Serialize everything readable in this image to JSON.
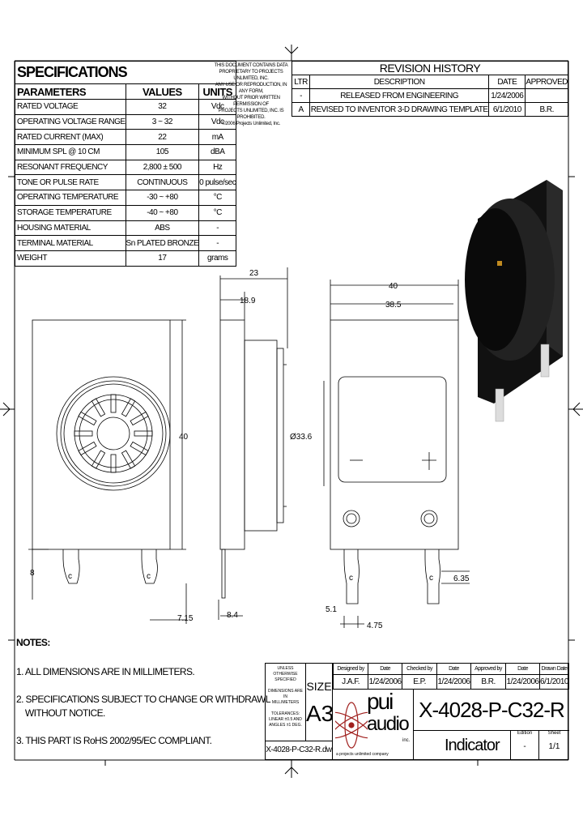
{
  "specifications": {
    "title": "SPECIFICATIONS",
    "headers": [
      "PARAMETERS",
      "VALUES",
      "UNITS"
    ],
    "rows": [
      [
        "RATED VOLTAGE",
        "32",
        "Vdc"
      ],
      [
        "OPERATING VOLTAGE RANGE",
        "3 ~ 32",
        "Vdc"
      ],
      [
        "RATED CURRENT (MAX)",
        "22",
        "mA"
      ],
      [
        "MINIMUM SPL @ 10 CM",
        "105",
        "dBA"
      ],
      [
        "RESONANT FREQUENCY",
        "2,800 ± 500",
        "Hz"
      ],
      [
        "TONE OR PULSE RATE",
        "CONTINUOUS",
        "0 pulse/sec"
      ],
      [
        "OPERATING TEMPERATURE",
        "-30 ~ +80",
        "°C"
      ],
      [
        "STORAGE TEMPERATURE",
        "-40 ~ +80",
        "°C"
      ],
      [
        "HOUSING MATERIAL",
        "ABS",
        "-"
      ],
      [
        "TERMINAL MATERIAL",
        "Sn PLATED BRONZE",
        "-"
      ],
      [
        "WEIGHT",
        "17",
        "grams"
      ]
    ]
  },
  "notice": [
    "THIS DOCUMENT CONTAINS DATA",
    "PROPRIETARY TO PROJECTS UNLIMITED, INC.",
    "ANY USE OR REPRODUCTION, IN ANY FORM,",
    "WITHOUT PRIOR WRITTEN PERMISSION OF",
    "PROJECTS UNLIMITED, INC. IS PROHIBITED.",
    "©2006 Projects Unlimited, Inc."
  ],
  "revision_history": {
    "title": "REVISION HISTORY",
    "headers": [
      "LTR",
      "DESCRIPTION",
      "DATE",
      "APPROVED"
    ],
    "rows": [
      [
        "-",
        "RELEASED FROM ENGINEERING",
        "1/24/2006",
        ""
      ],
      [
        "A",
        "REVISED TO INVENTOR 3-D DRAWING TEMPLATE",
        "6/1/2010",
        "B.R."
      ]
    ]
  },
  "dimensions": {
    "d23": "23",
    "d18_9": "18.9",
    "d40_top": "40",
    "d38_5": "38.5",
    "d40_side": "40",
    "d33_6": "Ø33.6",
    "d8": "8",
    "d7_15": "7.15",
    "d8_4": "8.4",
    "d5_1": "5.1",
    "d4_75": "4.75",
    "d6_35": "6.35",
    "minus": "—",
    "plus": "+"
  },
  "notes": {
    "title": "NOTES:",
    "items": [
      "1. ALL DIMENSIONS ARE IN MILLIMETERS.",
      "2. SPECIFICATIONS SUBJECT TO CHANGE OR WITHDRAWL",
      "    WITHOUT NOTICE.",
      "3. THIS PART IS RoHS 2002/95/EC COMPLIANT."
    ]
  },
  "title_block": {
    "unless": [
      "UNLESS OTHERWISE",
      "SPECIFIED",
      "DIMENSIONS ARE IN",
      "MILLIMETERS",
      "TOLERANCES:",
      "LINEAR ±0.5 AND",
      "ANGLES ±1 DEG."
    ],
    "size_label": "SIZE",
    "size": "A3",
    "headers": [
      "Designed by",
      "Date",
      "Checked by",
      "Date",
      "Approved by",
      "Date",
      "Drawn Date"
    ],
    "values": [
      "J.A.F.",
      "1/24/2006",
      "E.P.",
      "1/24/2006",
      "B.R.",
      "1/24/2006",
      "6/1/2010"
    ],
    "part_number": "X-4028-P-C32-R",
    "description": "Indicator",
    "edition_label": "Edition",
    "edition": "-",
    "sheet_label": "Sheet",
    "sheet": "1/1",
    "filename": "X-4028-P-C32-R.dw",
    "logo_text": [
      "pui",
      "audio",
      "inc.",
      "a projects unlimited company"
    ],
    "logo_color": "#a0201e"
  }
}
